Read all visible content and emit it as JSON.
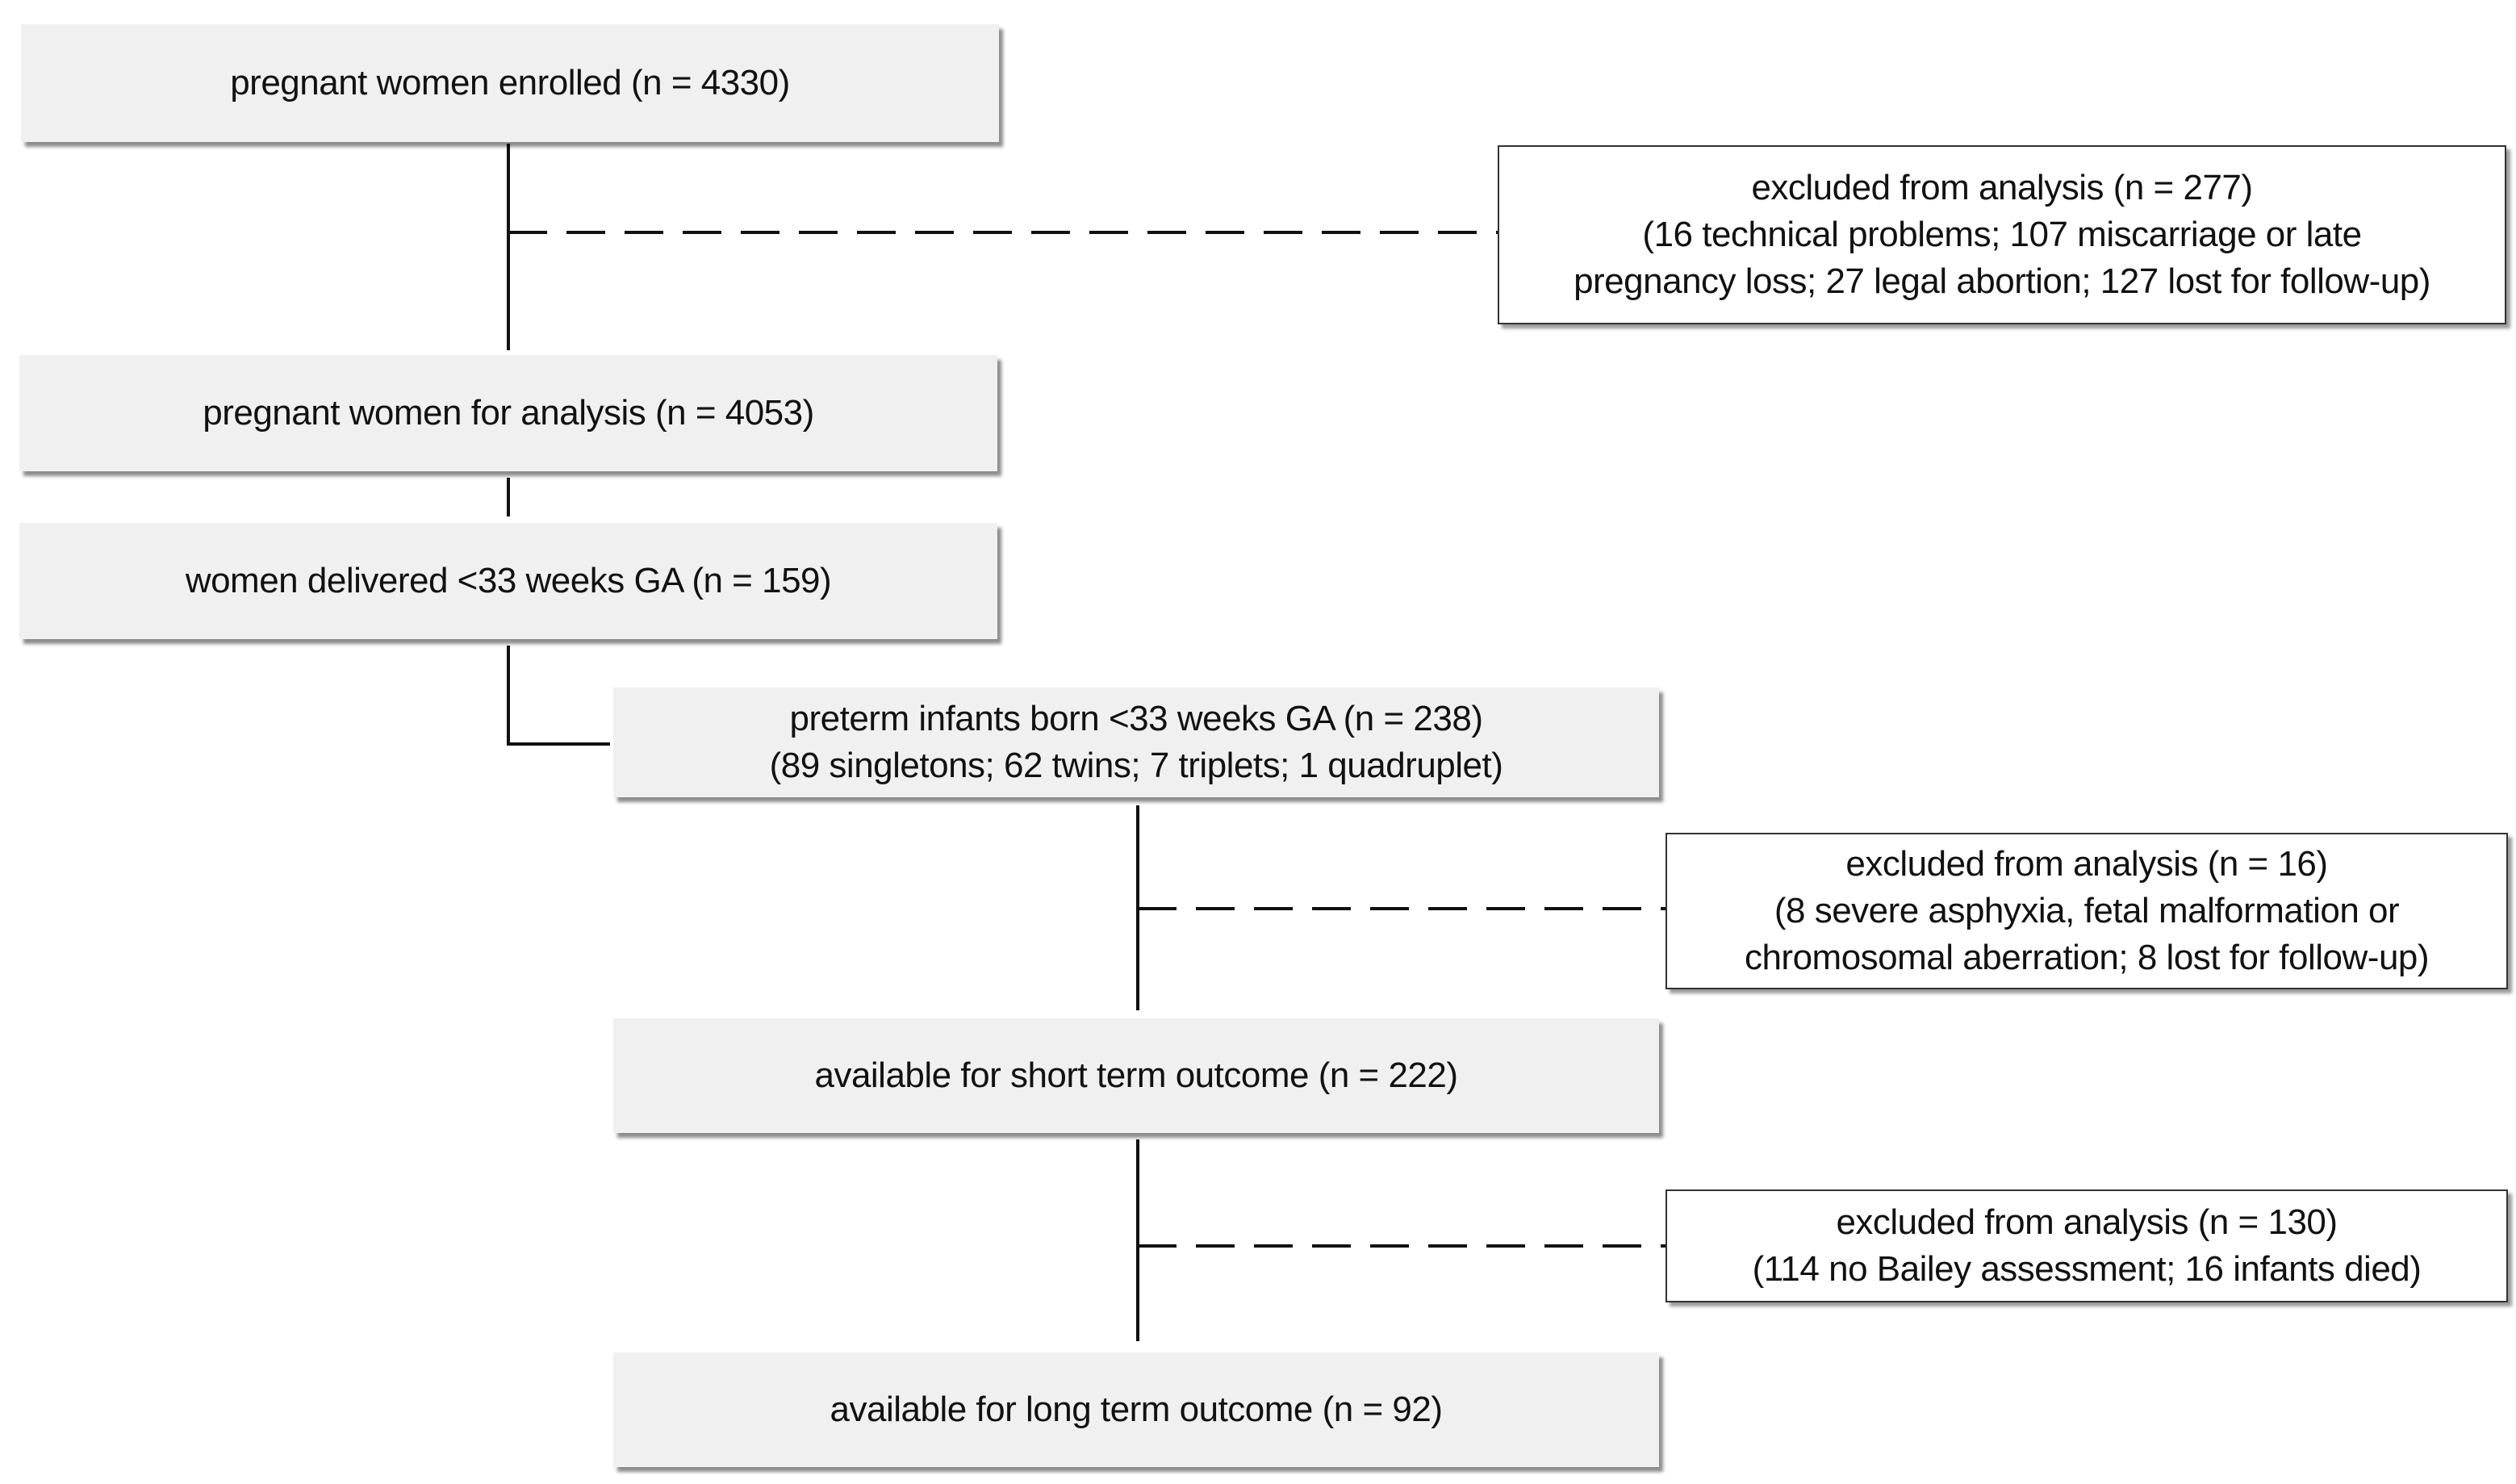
{
  "flowchart": {
    "enrolled": "pregnant women enrolled (n = 4330)",
    "excluded_1": {
      "line1": "excluded from analysis (n = 277)",
      "line2": "(16 technical problems; 107 miscarriage or late",
      "line3": "pregnancy loss; 27 legal abortion; 127 lost for follow-up)"
    },
    "analysis": "pregnant women for analysis (n = 4053)",
    "delivered": "women delivered <33 weeks GA (n = 159)",
    "preterm": {
      "line1": "preterm infants born <33 weeks GA (n = 238)",
      "line2": "(89 singletons; 62 twins; 7 triplets; 1 quadruplet)"
    },
    "excluded_2": {
      "line1": "excluded from analysis (n = 16)",
      "line2": "(8 severe asphyxia, fetal malformation or",
      "line3": "chromosomal aberration; 8 lost for follow-up)"
    },
    "short_term": "available for short term outcome (n = 222)",
    "excluded_3": {
      "line1": "excluded from analysis (n = 130)",
      "line2": "(114 no Bailey assessment; 16 infants died)"
    },
    "long_term": "available for long term outcome (n = 92)"
  }
}
